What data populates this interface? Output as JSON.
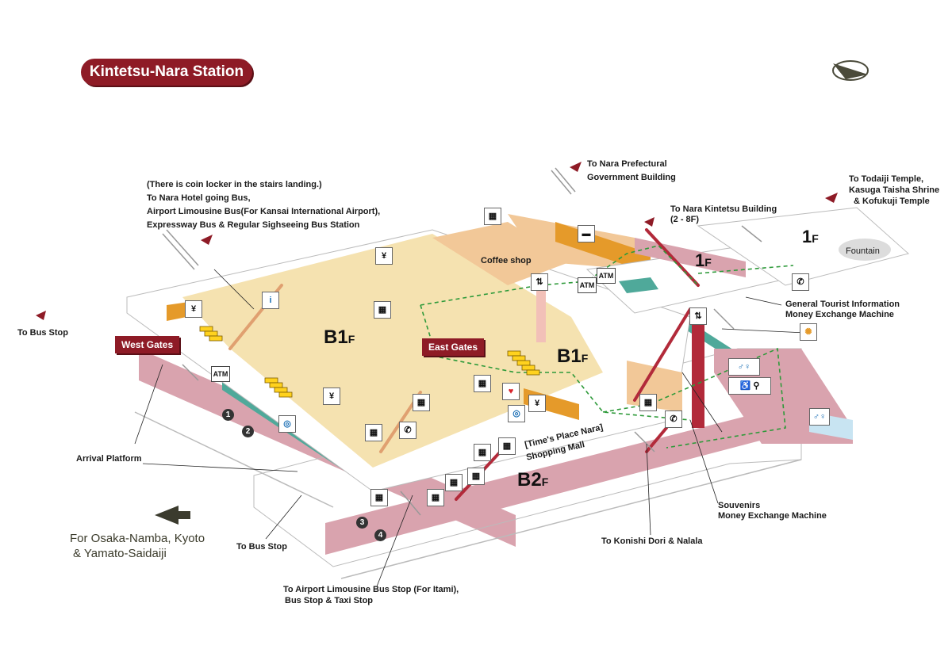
{
  "title": "Kintetsu-Nara Station",
  "gates": {
    "west": "West Gates",
    "east": "East Gates"
  },
  "floors": {
    "b1_left": "B1",
    "b1_right": "B1",
    "b2": "B2",
    "f1_mid": "1",
    "f1_right": "1",
    "suffix": "F"
  },
  "labels": {
    "coin_locker": "(There is coin locker in the stairs landing.)",
    "hotel_bus": "To Nara Hotel going Bus,",
    "airport_bus": "Airport Limousine Bus(For Kansai International Airport),",
    "express_bus": "Expressway Bus & Regular Sighseeing Bus Station",
    "pref_1": "To Nara Prefectural",
    "pref_2": "Government Building",
    "kintetsu_bldg_1": "To Nara Kintetsu Building",
    "kintetsu_bldg_2": "(2 - 8F)",
    "todaiji_1": "To Todaiji Temple,",
    "todaiji_2": "Kasuga Taisha Shrine",
    "todaiji_3": "& Kofukuji Temple",
    "fountain": "Fountain",
    "coffee": "Coffee shop",
    "tourist_info": "General Tourist Information",
    "money_exchange_1": "Money Exchange Machine",
    "to_bus_stop_left": "To Bus Stop",
    "arrival_platform": "Arrival Platform",
    "to_bus_stop_bottom": "To Bus Stop",
    "airport_itami_1": "To Airport Limousine Bus Stop (For Itami),",
    "airport_itami_2": "Bus Stop & Taxi Stop",
    "konishi": "To Konishi Dori & Nalala",
    "souvenirs": "Souvenirs",
    "money_exchange_2": "Money Exchange Machine",
    "times_place_1": "[Time's Place Nara]",
    "times_place_2": "Shopping Mall",
    "osaka_1": "For Osaka-Namba, Kyoto",
    "osaka_2": "& Yamato-Saidaiji"
  },
  "platforms": [
    "1",
    "2",
    "3",
    "4"
  ],
  "icons": {
    "atm": "ATM",
    "yen": "¥"
  },
  "colors": {
    "brand": "#8e1b26",
    "concourse": "#f5e2b0",
    "shop": "#f2c898",
    "platform": "#d9a3ae",
    "track": "#4fa99a",
    "route": "#2e9a3a"
  }
}
